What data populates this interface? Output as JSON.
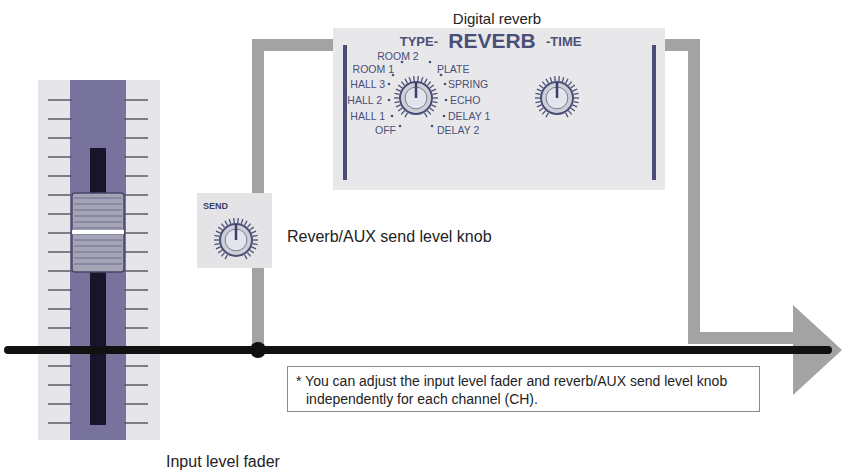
{
  "diagram": {
    "nodes": [
      {
        "text": [
          "Digital reverb",
          "TYPE-",
          "REVERB",
          "-TIME",
          "ROOM 2",
          "ROOM 1",
          "PLATE",
          "HALL 3",
          "SPRING",
          "HALL 2",
          "ECHO",
          "HALL 1",
          "DELAY 1",
          "OFF",
          "DELAY 2"
        ]
      },
      {
        "text": [
          "SEND",
          "Reverb/AUX send level knob"
        ]
      },
      {
        "text": [
          "Input level fader"
        ]
      },
      {
        "text": [
          "* You can adjust the input level fader and reverb/AUX send level knob independently for each channel (CH)."
        ]
      }
    ],
    "edges": [
      {
        "from": 1,
        "to": 0,
        "arrow": "none"
      }
    ]
  }
}
